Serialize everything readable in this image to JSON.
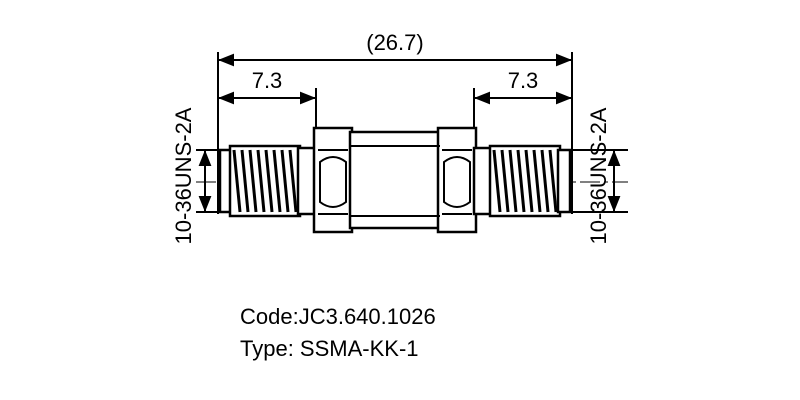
{
  "dimensions": {
    "overall_length": "(26.7)",
    "left_length": "7.3",
    "right_length": "7.3",
    "left_thread": "10-36UNS-2A",
    "right_thread": "10-36UNS-2A"
  },
  "caption": {
    "code": "Code:JC3.640.1026",
    "type": "Type: SSMA-KK-1"
  }
}
